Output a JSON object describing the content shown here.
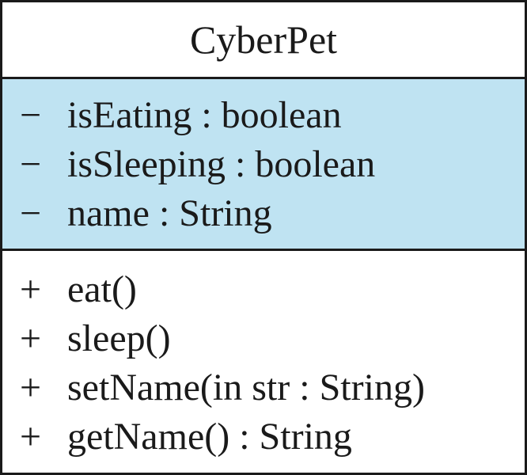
{
  "uml_class": {
    "name": "CyberPet",
    "attributes": [
      {
        "visibility": "−",
        "text": "isEating : boolean"
      },
      {
        "visibility": "−",
        "text": "isSleeping : boolean"
      },
      {
        "visibility": "−",
        "text": "name : String"
      }
    ],
    "operations": [
      {
        "visibility": "+",
        "text": "eat()"
      },
      {
        "visibility": "+",
        "text": "sleep()"
      },
      {
        "visibility": "+",
        "text": "setName(in str : String)"
      },
      {
        "visibility": "+",
        "text": "getName() : String"
      }
    ]
  },
  "colors": {
    "attributes_background": "#bfe3f2",
    "border": "#1a1a1a"
  }
}
